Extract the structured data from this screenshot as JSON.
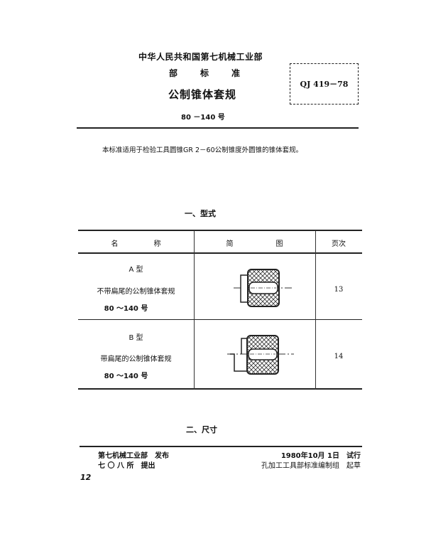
{
  "header": {
    "ministry": "中华人民共和国第七机械工业部",
    "level": [
      "部",
      "标",
      "准"
    ],
    "title": "公制锥体套规",
    "range": "80 －140 号",
    "standard_number": "QJ 419－78"
  },
  "scope": "本标准适用于检验工具圆锥GR 2－60公制锥度外圆锥的锥体套规。",
  "section1": {
    "heading": "一、型式",
    "table": {
      "columns": [
        {
          "label_parts": [
            "名",
            "称"
          ]
        },
        {
          "label_parts": [
            "简",
            "图"
          ]
        },
        {
          "label_parts": [
            "页次"
          ]
        }
      ],
      "rows": [
        {
          "type": "A 型",
          "name": "不带扁尾的公制锥体套规",
          "range": "80 ～140 号",
          "figure": "gauge-type-a",
          "page": "13"
        },
        {
          "type": "B 型",
          "name": "带扁尾的公制锥体套规",
          "range": "80 ～140 号",
          "figure": "gauge-type-b",
          "page": "14"
        }
      ]
    }
  },
  "section2": {
    "heading": "二、尺寸"
  },
  "footer": {
    "publisher": "第七机械工业部　发布",
    "proposer": "七 〇 八 所　提出",
    "effective": "1980年10月 1日　试行",
    "drafter": "孔加工工具部标准编制组　起草"
  },
  "page_number": "12"
}
